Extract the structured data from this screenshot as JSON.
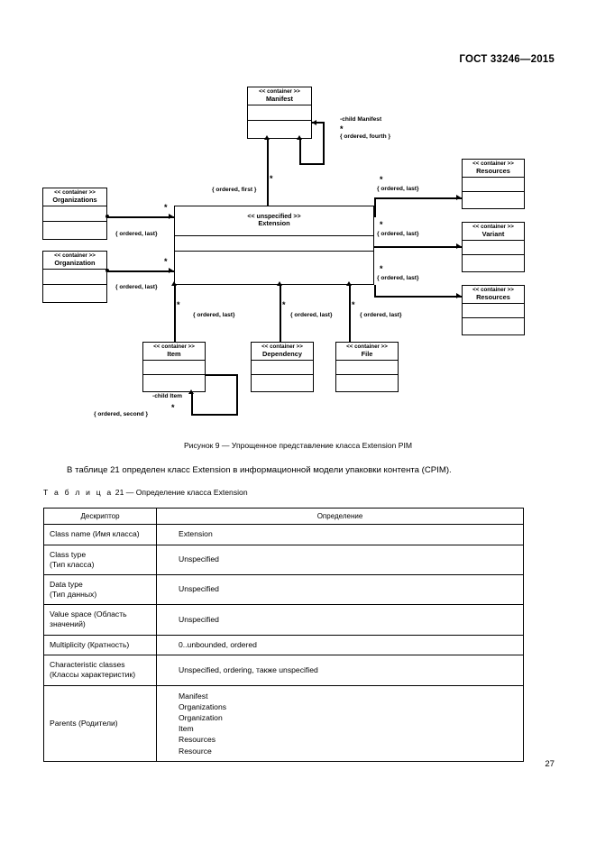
{
  "header": {
    "standard": "ГОСТ 33246—2015"
  },
  "figure": {
    "caption": "Рисунок 9 — Упрощенное представление класса Extension PIM",
    "stereotype_container": "<< container >>",
    "stereotype_unspecified": "<< unspecified >>",
    "classes": {
      "manifest": "Manifest",
      "organizations": "Organizations",
      "organization": "Organization",
      "extension": "Extension",
      "resources_top": "Resources",
      "variant": "Variant",
      "resource": "Resources",
      "item": "Item",
      "dependency": "Dependency",
      "file": "File"
    },
    "labels": {
      "child_manifest": "-child Manifest",
      "ordered_fourth": "{ ordered, fourth }",
      "ordered_first": "{ ordered, first }",
      "ordered_last": "{ ordered, last}",
      "ordered_last_r1": "{ ordered, last}",
      "ordered_last_r2": "{ ordered, last}",
      "ordered_last_r3": "{ ordered, last}",
      "ordered_last_l1": "{ ordered, last}",
      "ordered_last_l2": "{ ordered, last}",
      "ordered_last_b1": "{ ordered, last}",
      "ordered_last_b2": "{ ordered, last}",
      "ordered_last_b3": "{ ordered, last}",
      "child_item": "-child Item",
      "ordered_second": "{ ordered, second }",
      "multiplicity_star": "*"
    }
  },
  "body": {
    "paragraph": "В таблице 21 определен класс Extension в информационной модели упаковки контента (CPIM).",
    "table_caption_prefix": "Т а б л и ц а",
    "table_caption_rest": "21 — Определение класса Extension"
  },
  "table": {
    "headers": [
      "Дескриптор",
      "Определение"
    ],
    "rows": [
      {
        "key": "Class name (Имя класса)",
        "value": "Extension"
      },
      {
        "key": "Class type\n(Тип класса)",
        "value": "Unspecified"
      },
      {
        "key": "Data type\n(Тип данных)",
        "value": "Unspecified"
      },
      {
        "key": "Value space (Область значений)",
        "value": "Unspecified"
      },
      {
        "key": "Multiplicity (Кратность)",
        "value": "0..unbounded, ordered"
      },
      {
        "key": "Characteristic classes (Классы характеристик)",
        "value": "Unspecified, ordering, также unspecified"
      },
      {
        "key": "Parents (Родители)",
        "value": "Manifest\nOrganizations\nOrganization\nItem\nResources\nResource"
      }
    ]
  },
  "footer": {
    "page_number": "27"
  }
}
